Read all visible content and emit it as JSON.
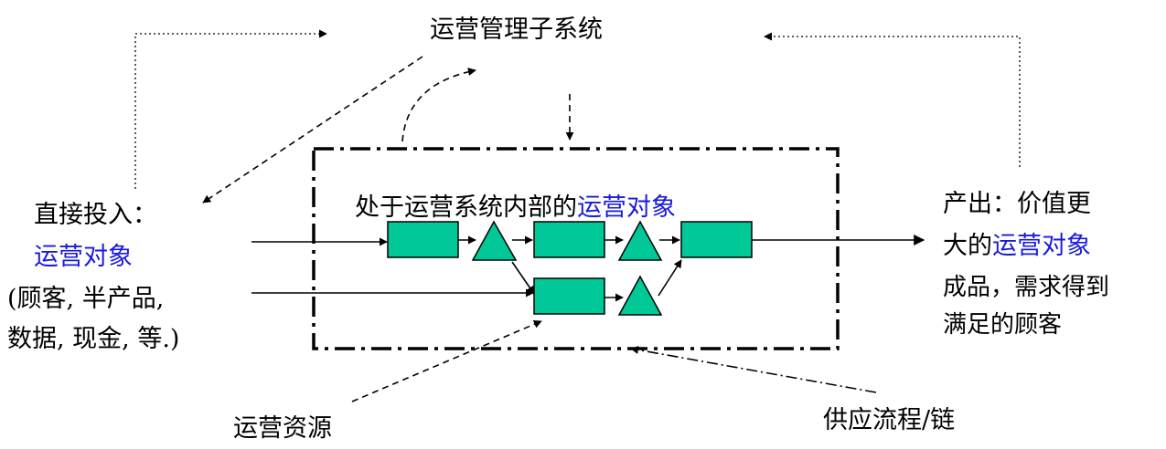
{
  "title": "运营管理子系统",
  "inner_title": {
    "prefix": "处于运营系统内部的",
    "highlight": "运营对象"
  },
  "input": {
    "heading": "直接投入：",
    "highlight": "运营对象",
    "line1": "(顾客, 半产品,",
    "line2": "数据, 现金, 等.)"
  },
  "output": {
    "line1": "产出：价值更",
    "line2_prefix": "大的",
    "line2_highlight": "运营对象",
    "line3": "成品，需求得到",
    "line4": "满足的顾客"
  },
  "resources": "运营资源",
  "supply_chain": "供应流程/链",
  "colors": {
    "highlight": "#1a1adc",
    "process_fill": "#00c896"
  }
}
